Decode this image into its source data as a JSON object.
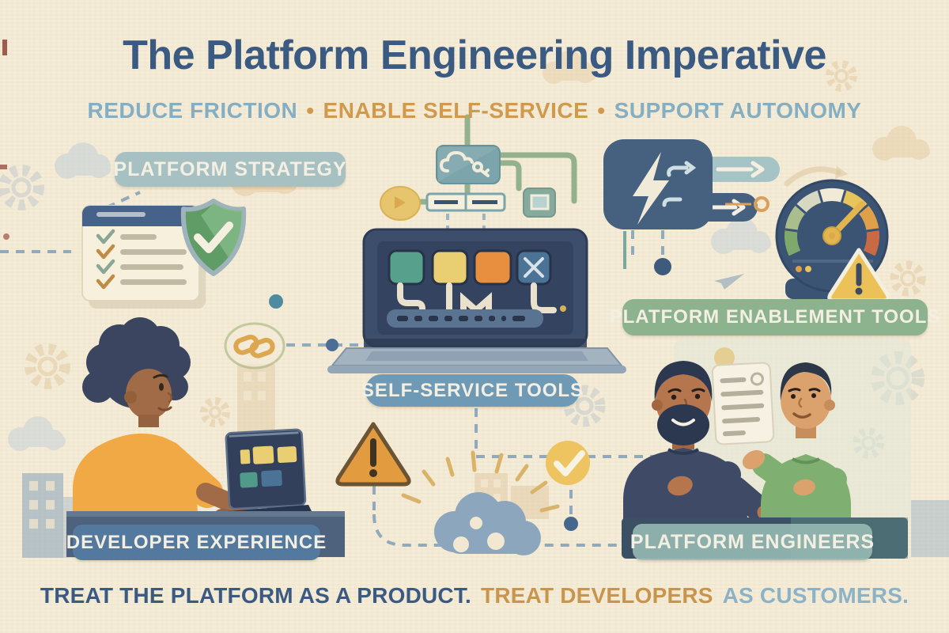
{
  "poster": {
    "title": "The Platform Engineering Imperative",
    "subtitle": {
      "separator": "•",
      "items": [
        {
          "text": "REDUCE FRICTION",
          "color": "#85aec3"
        },
        {
          "text": "ENABLE SELF-SERVICE",
          "color": "#cf9a4d"
        },
        {
          "text": "SUPPORT AUTONOMY",
          "color": "#85aec3"
        }
      ]
    },
    "labels": {
      "platform_strategy": "PLATFORM STRATEGY",
      "self_service_tools": "SELF-SERVICE TOOLS",
      "platform_enablement_tools": "PLATFORM ENABLEMENT TOOLS",
      "developer_experience": "DEVELOPER EXPERIENCE",
      "platform_engineers": "PLATFORM ENGINEERS"
    },
    "tagline": [
      {
        "text": "TREAT THE PLATFORM AS A PRODUCT.",
        "color": "#3a5a82"
      },
      {
        "text": "TREAT DEVELOPERS",
        "color": "#c8954d"
      },
      {
        "text": "AS CUSTOMERS.",
        "color": "#8db2c6"
      }
    ],
    "colors": {
      "background": "#f5ecd8",
      "title": "#3a5a82",
      "chip_platform_strategy_bg": "#a7c0c1",
      "chip_self_service_bg": "#6f9ab6",
      "chip_enablement_bg": "#8cb28e",
      "chip_developer_experience_bg": "#54799f",
      "chip_platform_engineers_bg": "#97b9b3",
      "shield_green": "#5f9c66",
      "warning_orange": "#e29b3e",
      "gauge_navy": "#3c5474",
      "laptop_navy": "#3d4e6c"
    },
    "icons": [
      "checklist-icon",
      "shield-check-icon",
      "workflow-diagram-icon",
      "cloud-node-icon",
      "portal-laptop-icon",
      "lightning-icon",
      "pipeline-arrows-icon",
      "gauge-icon",
      "gauge-warning-icon",
      "warning-triangle-icon",
      "cloud-icon",
      "check-circle-icon",
      "link-icon",
      "document-icon",
      "gear-icon",
      "developer-at-laptop-illustration",
      "platform-engineers-illustration"
    ]
  }
}
